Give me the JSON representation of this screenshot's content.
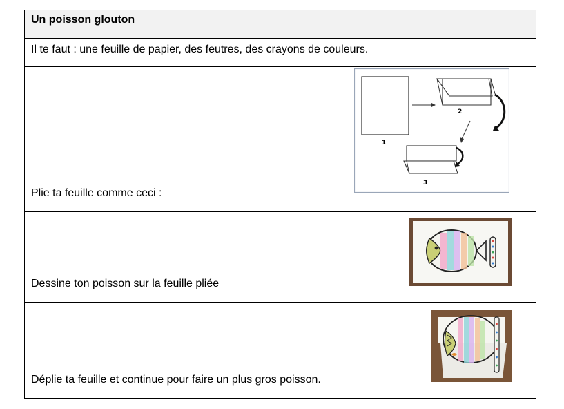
{
  "title": "Un poisson glouton",
  "materials": "Il te faut : une feuille de papier, des feutres, des crayons de couleurs.",
  "steps": [
    {
      "text": "Plie ta feuille comme ceci :"
    },
    {
      "text": "Dessine ton poisson sur la feuille pliée"
    },
    {
      "text": "Déplie ta feuille et continue pour faire un plus gros poisson."
    }
  ],
  "diagram_labels": {
    "one": "1",
    "two": "2",
    "three": "3"
  }
}
